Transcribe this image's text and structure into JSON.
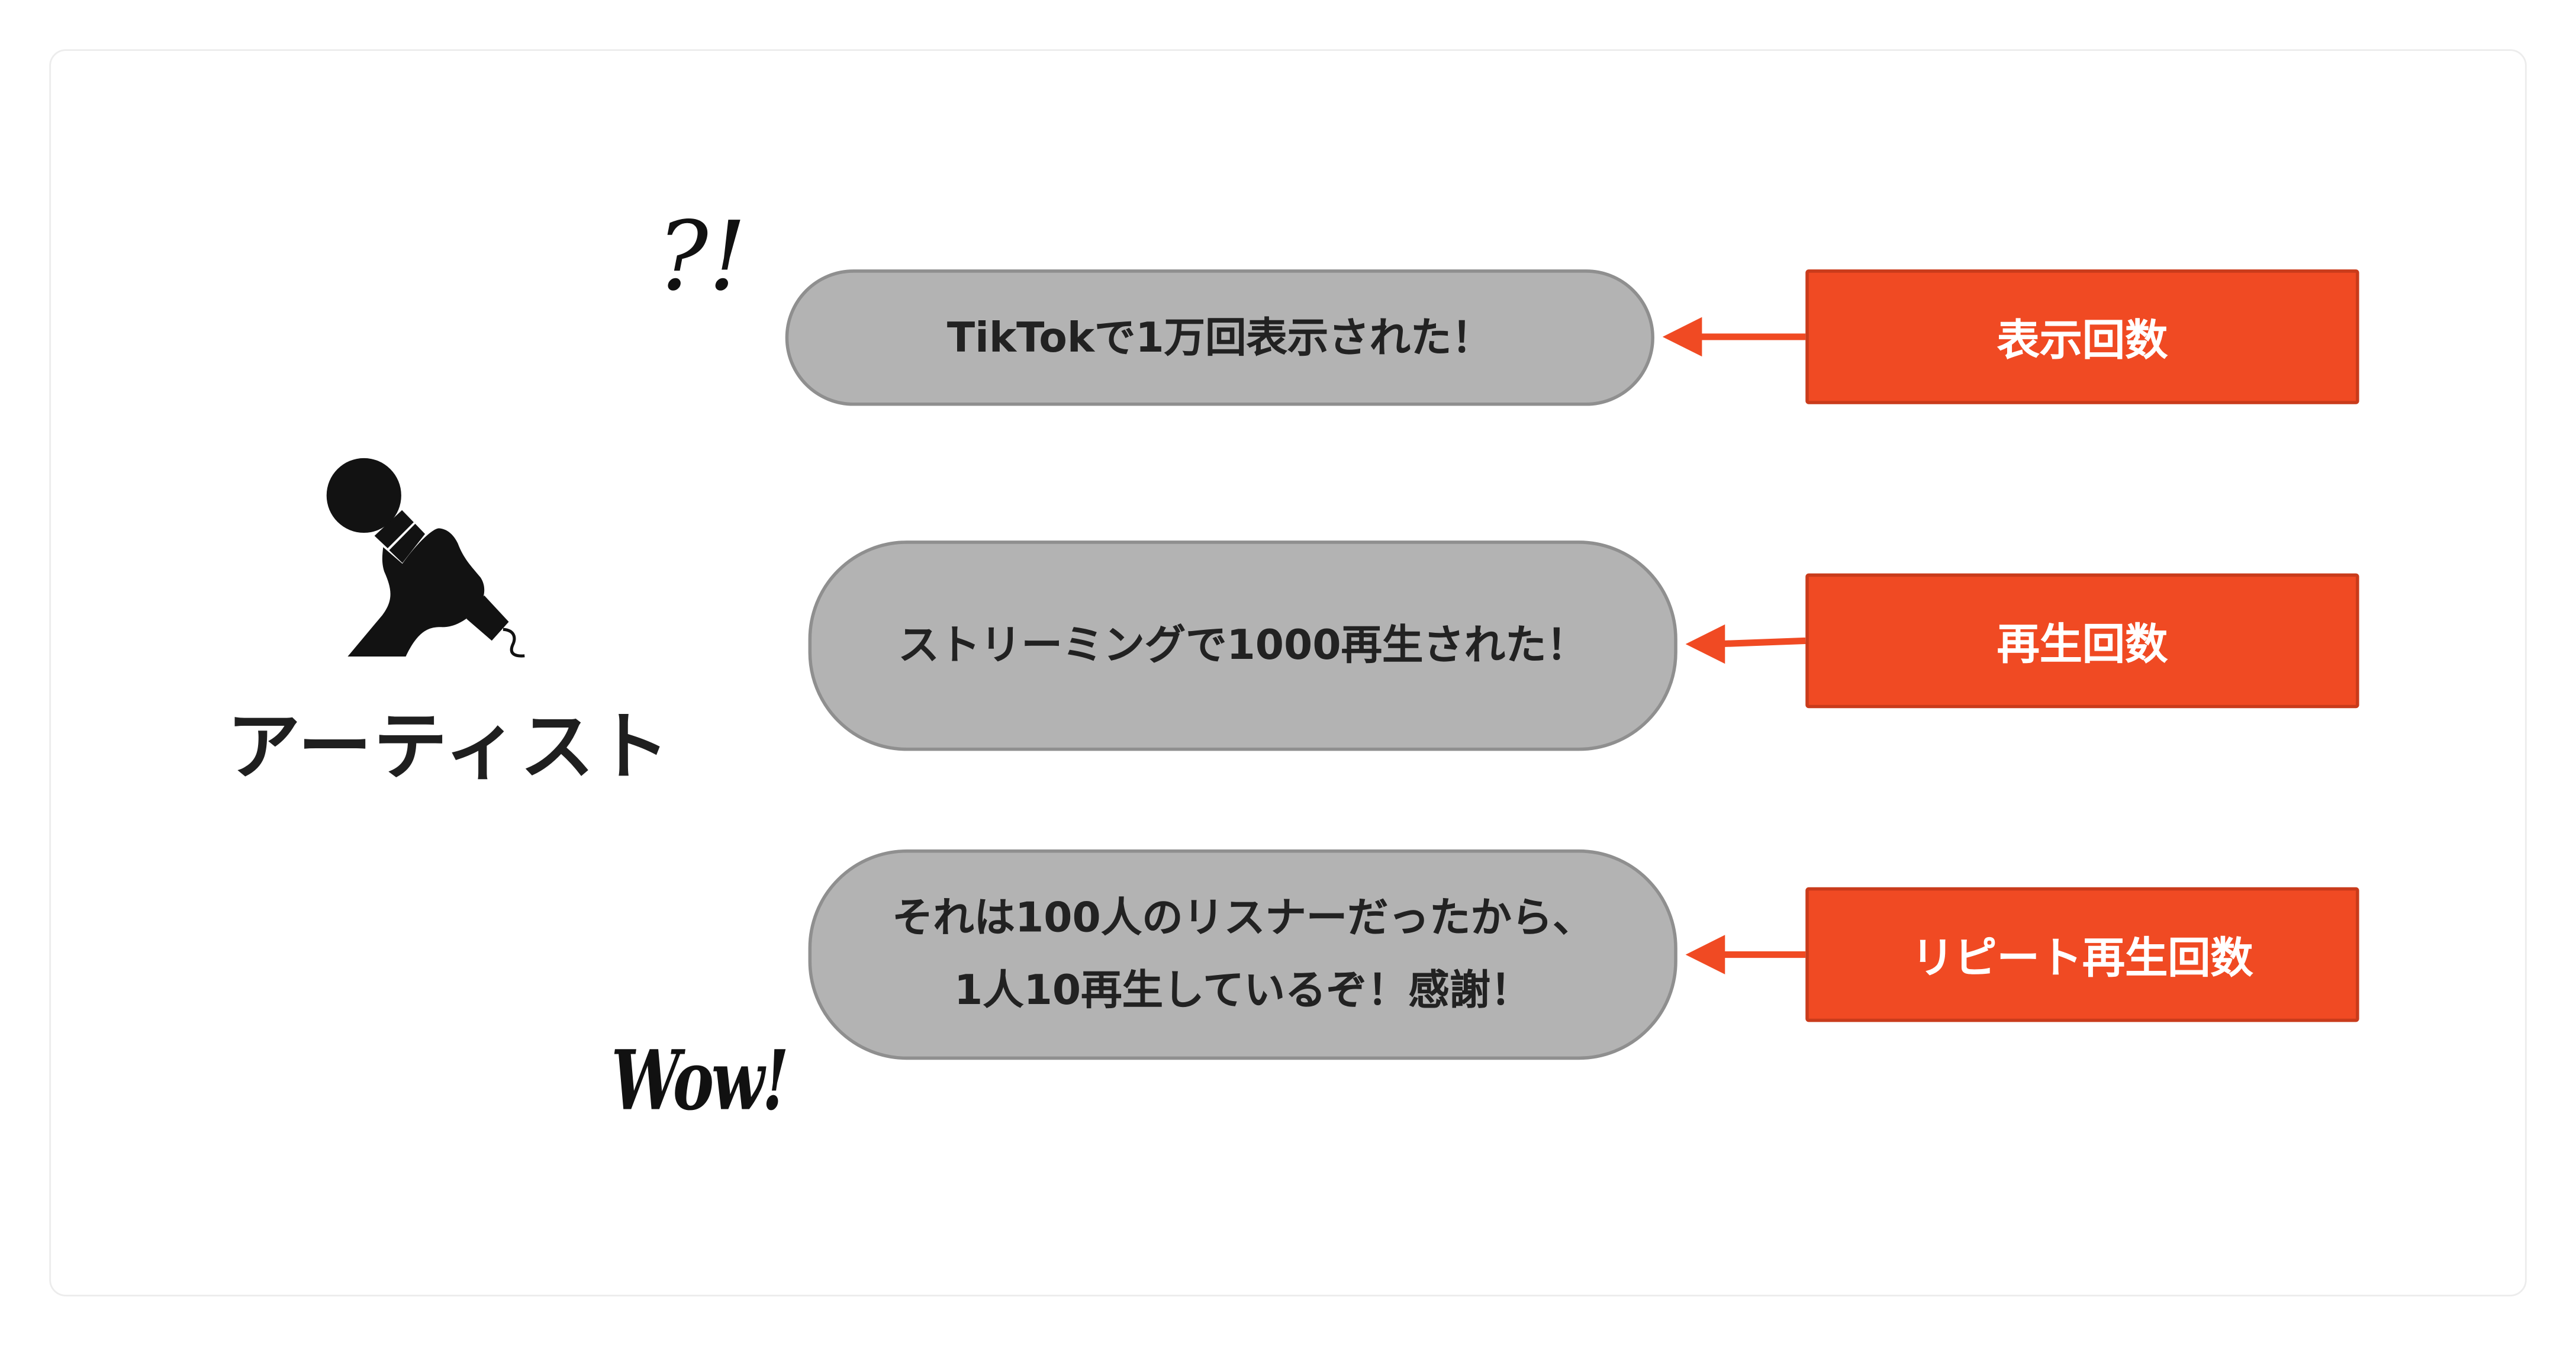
{
  "artist": {
    "label": "アーティスト",
    "icon": "microphone-hand-icon"
  },
  "exclamations": {
    "top": "?!",
    "bottom": "Wow!"
  },
  "bubbles": [
    {
      "text": "TikTokで1万回表示された！"
    },
    {
      "text": "ストリーミングで1000再生された！"
    },
    {
      "line1": "それは100人のリスナーだったから、",
      "line2": "1人10再生しているぞ！感謝！"
    }
  ],
  "metrics": [
    {
      "label": "表示回数"
    },
    {
      "label": "再生回数"
    },
    {
      "label": "リピート再生回数"
    }
  ],
  "colors": {
    "accent": "#f04a23",
    "bubble": "#b3b3b3",
    "bubble_border": "#8f8f8f"
  }
}
